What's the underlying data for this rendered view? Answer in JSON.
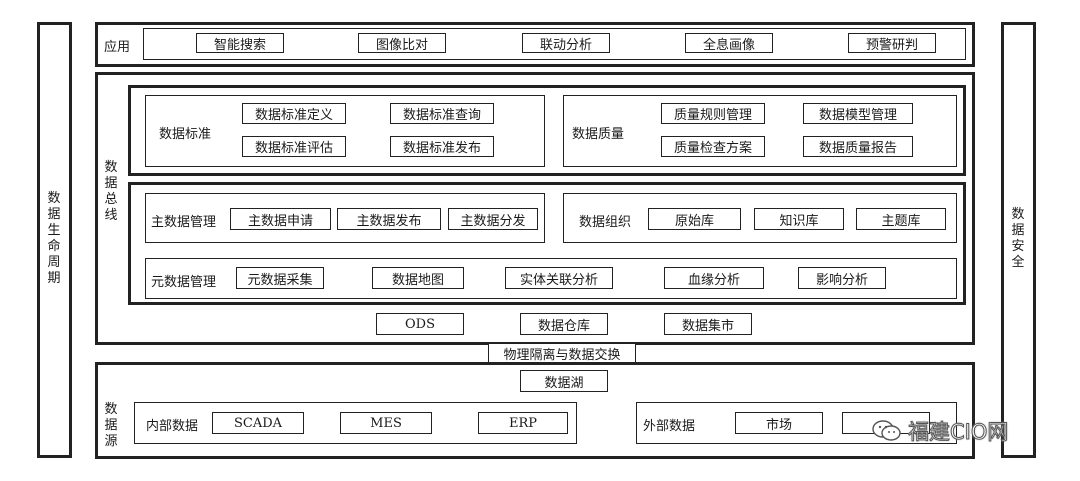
{
  "side": {
    "left": "数据生命周期",
    "right": "数据安全"
  },
  "app": {
    "label": "应用",
    "items": [
      "智能搜索",
      "图像比对",
      "联动分析",
      "全息画像",
      "预警研判"
    ]
  },
  "bus": {
    "label": "数据总线"
  },
  "standard": {
    "label": "数据标准",
    "items": [
      "数据标准定义",
      "数据标准查询",
      "数据标准评估",
      "数据标准发布"
    ]
  },
  "quality": {
    "label": "数据质量",
    "items": [
      "质量规则管理",
      "数据模型管理",
      "质量检查方案",
      "数据质量报告"
    ]
  },
  "master": {
    "label": "主数据管理",
    "items": [
      "主数据申请",
      "主数据发布",
      "主数据分发"
    ]
  },
  "org": {
    "label": "数据组织",
    "items": [
      "原始库",
      "知识库",
      "主题库"
    ]
  },
  "meta": {
    "label": "元数据管理",
    "items": [
      "元数据采集",
      "数据地图",
      "实体关联分析",
      "血缘分析",
      "影响分析"
    ]
  },
  "storage": {
    "items": [
      "ODS",
      "数据仓库",
      "数据集市"
    ]
  },
  "exchange": "物理隔离与数据交换",
  "source": {
    "label": "数据源",
    "lake": "数据湖",
    "internal": {
      "label": "内部数据",
      "items": [
        "SCADA",
        "MES",
        "ERP"
      ]
    },
    "external": {
      "label": "外部数据",
      "items": [
        "市场",
        ""
      ]
    }
  },
  "watermark": "福建CIO网"
}
